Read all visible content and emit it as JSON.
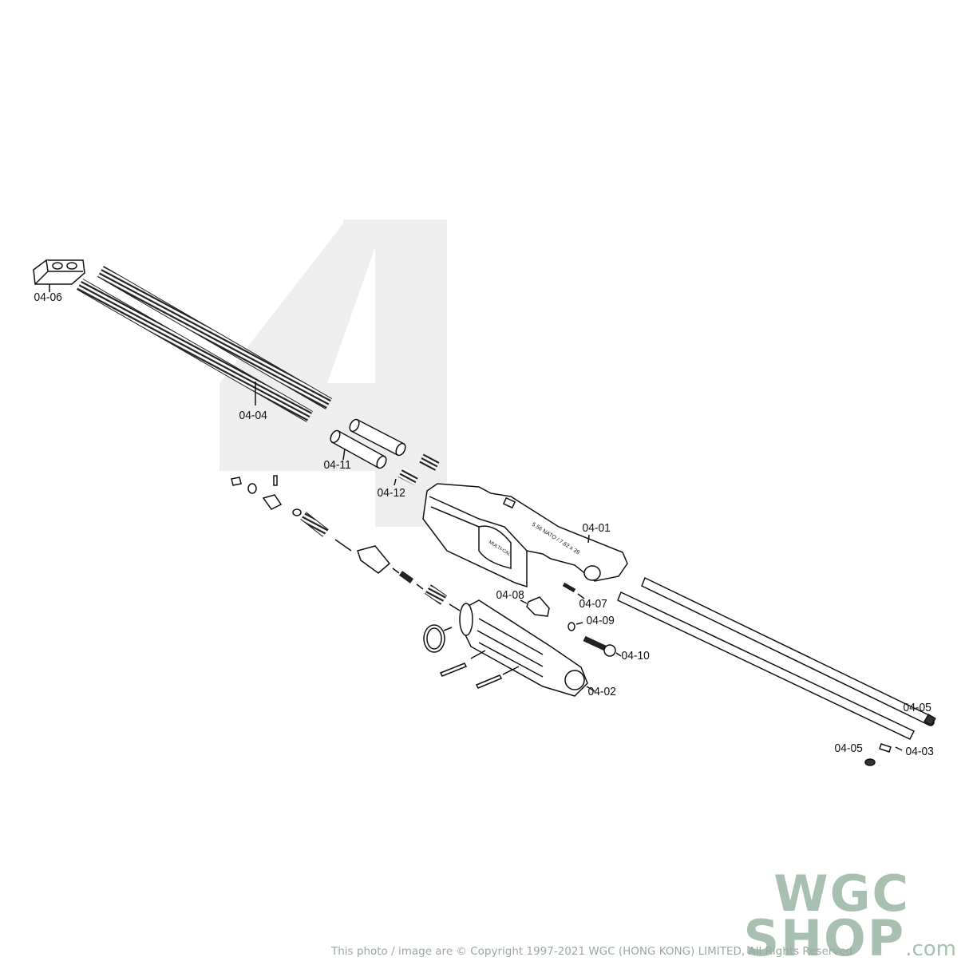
{
  "diagram": {
    "part_labels": {
      "p0401": "04-01",
      "p0402": "04-02",
      "p0403": "04-03",
      "p0404": "04-04",
      "p0405a": "04-05",
      "p0405b": "04-05",
      "p0406": "04-06",
      "p0407": "04-07",
      "p0408": "04-08",
      "p0409": "04-09",
      "p0410": "04-10",
      "p0411": "04-11",
      "p0412": "04-12"
    },
    "bolt_carrier_marking": "5.56 NATO / 7.62 x 39",
    "bolt_carrier_badge": "MULTI-CAL"
  },
  "branding": {
    "logo_line1": "WGC",
    "logo_line2": "SHOP",
    "logo_domain": ".com",
    "logo_color": "#a9bfb1",
    "copyright": "This photo / image are © Copyright 1997-2021 WGC (HONG KONG) LIMITED, All Rights Reserved"
  }
}
